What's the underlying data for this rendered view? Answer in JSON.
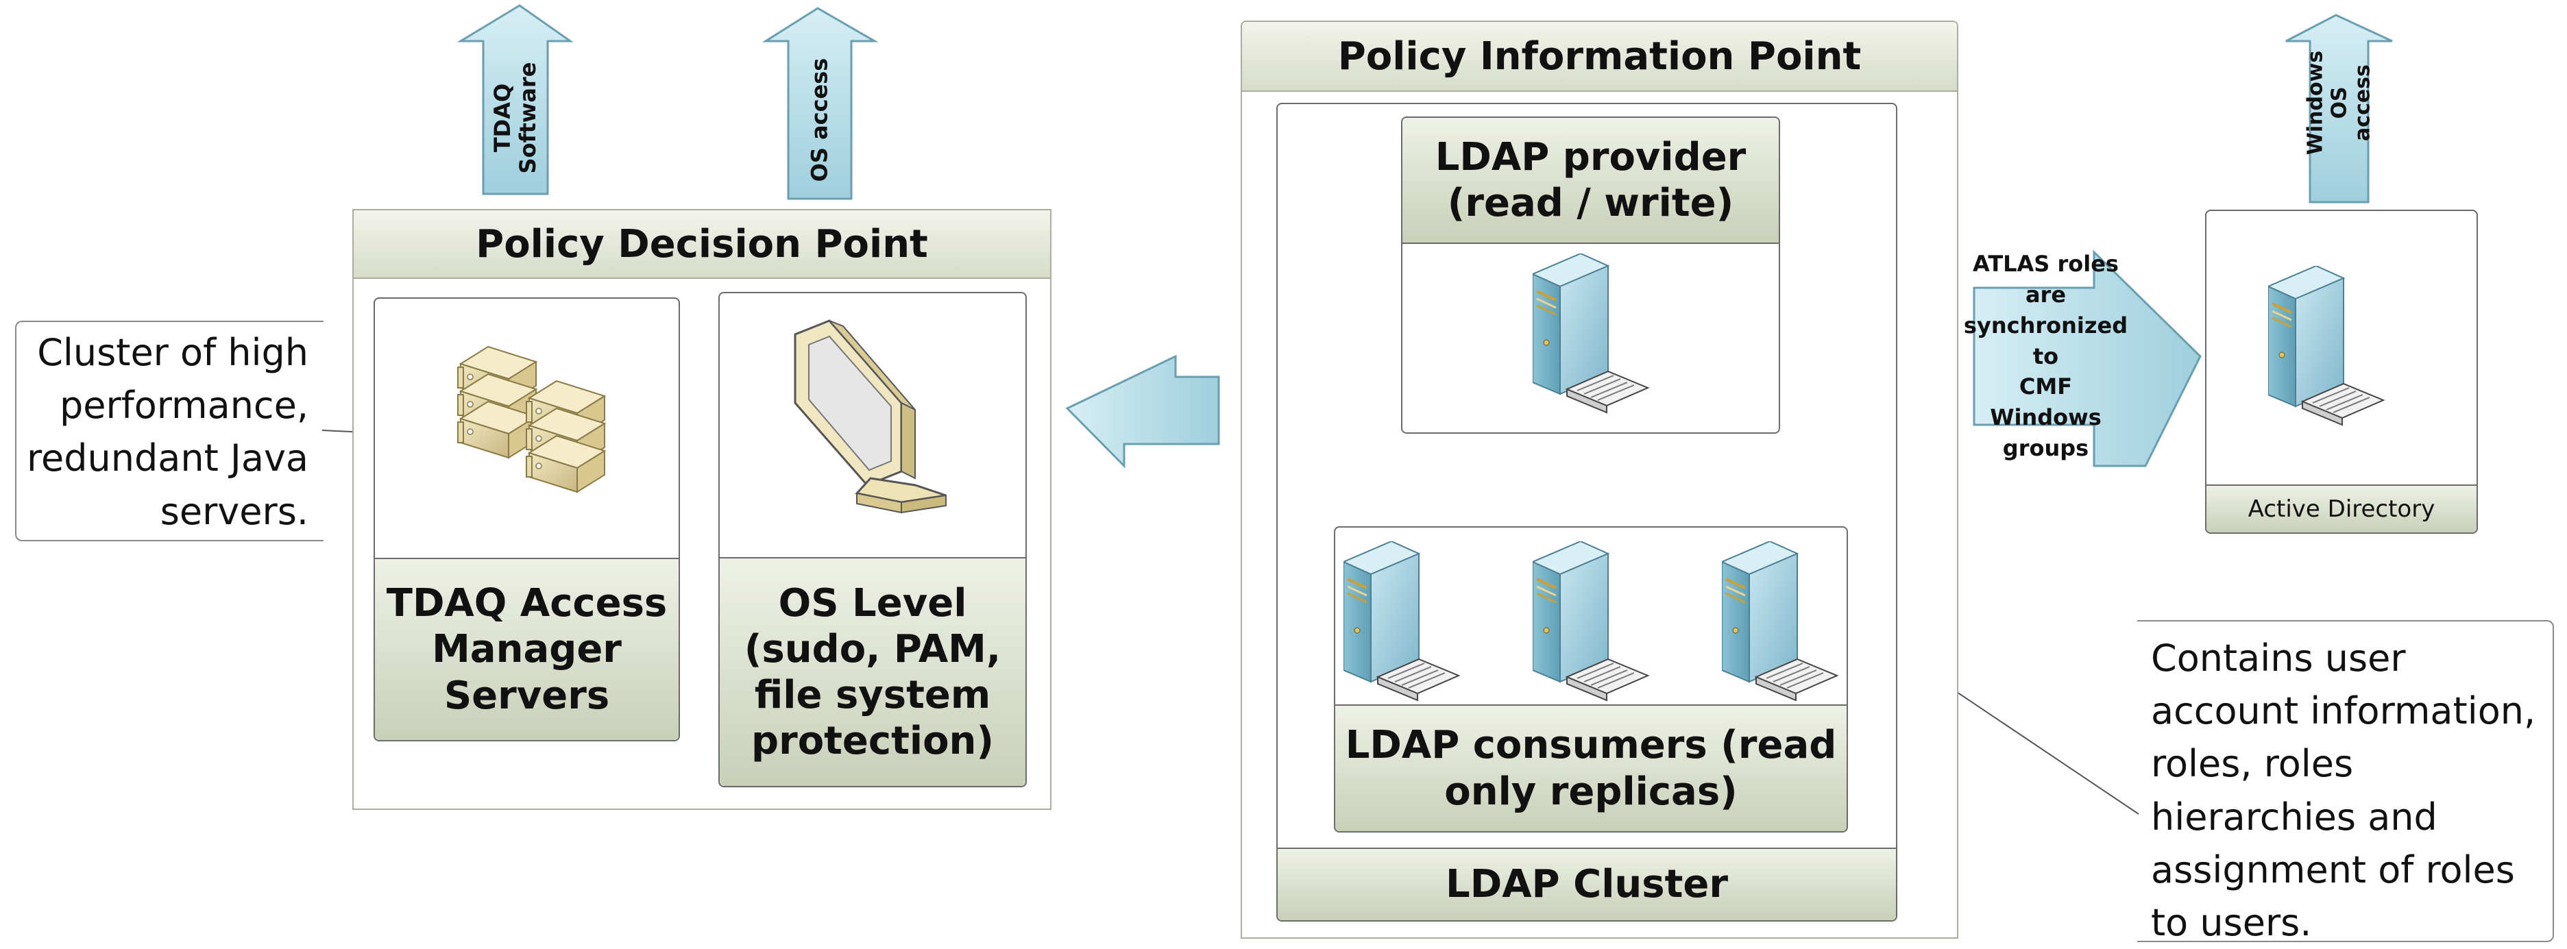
{
  "colors": {
    "arrow_fill": "#b5dbe6",
    "arrow_stroke": "#6a9fb0",
    "label_bg": "#d3dac2",
    "panel_border": "#a9ad9f"
  },
  "pdp": {
    "title": "Policy Decision Point",
    "access_manager_label": "TDAQ Access\nManager\nServers",
    "os_level_label": "OS Level\n(sudo, PAM,\nfile system\nprotection)"
  },
  "pip": {
    "title": "Policy Information Point",
    "provider_label": "LDAP provider\n(read / write)",
    "consumers_label": "LDAP consumers (read\nonly replicas)",
    "cluster_label": "LDAP Cluster"
  },
  "arrows": {
    "tdaq_software": "TDAQ\nSoftware",
    "os_access": "OS access",
    "windows_os_access": "Windows OS\naccess",
    "sync": "ATLAS roles are\nsynchronized to\nCMF Windows\ngroups"
  },
  "active_directory": {
    "label": "Active Directory"
  },
  "notes": {
    "cluster": "Cluster of high\nperformance,\nredundant Java\nservers.",
    "ldap": "Contains user\naccount information,\nroles, roles\nhierarchies and\nassignment of roles\nto users."
  },
  "icons": [
    "server-rack-icon",
    "monitor-icon",
    "server-icon"
  ]
}
